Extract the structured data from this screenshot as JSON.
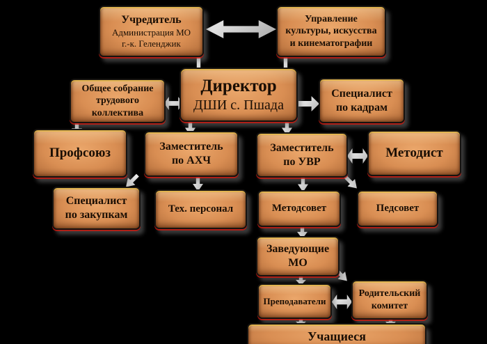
{
  "palette": {
    "background": "#000000",
    "box_fill_light": "#eba76b",
    "box_fill_mid": "#d98e53",
    "box_fill_dark": "#b06b39",
    "box_border": "#161310",
    "accent_red": "#cd190f",
    "accent_yellow": "#fad23c",
    "text": "#1a0e04",
    "arrow": "#ffffff",
    "shadow": "#767676"
  },
  "nodes": {
    "founder": {
      "lines": [
        "Учредитель",
        "Администрация МО",
        "г.-к. Геленджик"
      ]
    },
    "culture_dept": {
      "lines": [
        "Управление",
        "культуры, искусства",
        "и кинематографии"
      ]
    },
    "assembly": {
      "lines": [
        "Общее собрание",
        "трудового",
        "коллектива"
      ]
    },
    "director": {
      "title": "Директор",
      "subtitle": "ДШИ с. Пшада"
    },
    "hr_specialist": {
      "lines": [
        "Специалист",
        "по кадрам"
      ]
    },
    "union": {
      "label": "Профсоюз"
    },
    "deputy_ahch": {
      "lines": [
        "Заместитель",
        "по АХЧ"
      ]
    },
    "deputy_uvr": {
      "lines": [
        "Заместитель",
        "по УВР"
      ]
    },
    "methodist": {
      "label": "Методист"
    },
    "procurement_specialist": {
      "lines": [
        "Специалист",
        "по закупкам"
      ]
    },
    "tech_staff": {
      "label": "Тех. персонал"
    },
    "method_council": {
      "label": "Методсовет"
    },
    "ped_council": {
      "label": "Педсовет"
    },
    "mo_heads": {
      "lines": [
        "Заведующие",
        "МО"
      ]
    },
    "teachers": {
      "label": "Преподаватели"
    },
    "parent_committee": {
      "lines": [
        "Родительский",
        "комитет"
      ]
    },
    "students": {
      "label": "Учащиеся"
    }
  },
  "edges": [
    {
      "from": "founder",
      "to": "culture_dept",
      "type": "two-way"
    },
    {
      "from": "founder",
      "to": "director",
      "type": "one-way"
    },
    {
      "from": "culture_dept",
      "to": "director",
      "type": "one-way"
    },
    {
      "from": "assembly",
      "to": "director",
      "type": "two-way"
    },
    {
      "from": "director",
      "to": "hr_specialist",
      "type": "one-way"
    },
    {
      "from": "assembly",
      "to": "union",
      "type": "one-way"
    },
    {
      "from": "director",
      "to": "deputy_ahch",
      "type": "one-way"
    },
    {
      "from": "director",
      "to": "deputy_uvr",
      "type": "one-way"
    },
    {
      "from": "deputy_ahch",
      "to": "procurement_specialist",
      "type": "one-way"
    },
    {
      "from": "deputy_ahch",
      "to": "tech_staff",
      "type": "one-way"
    },
    {
      "from": "deputy_uvr",
      "to": "methodist",
      "type": "two-way"
    },
    {
      "from": "deputy_uvr",
      "to": "method_council",
      "type": "one-way"
    },
    {
      "from": "deputy_uvr",
      "to": "ped_council",
      "type": "one-way"
    },
    {
      "from": "method_council",
      "to": "mo_heads",
      "type": "one-way"
    },
    {
      "from": "mo_heads",
      "to": "teachers",
      "type": "one-way"
    },
    {
      "from": "mo_heads",
      "to": "parent_committee",
      "type": "one-way"
    },
    {
      "from": "teachers",
      "to": "parent_committee",
      "type": "two-way"
    },
    {
      "from": "teachers",
      "to": "students",
      "type": "one-way"
    },
    {
      "from": "parent_committee",
      "to": "students",
      "type": "one-way"
    }
  ]
}
